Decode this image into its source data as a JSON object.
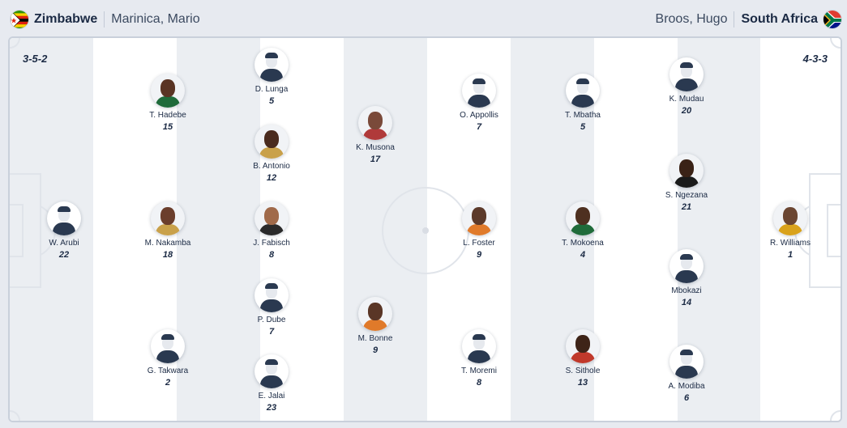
{
  "home": {
    "team": "Zimbabwe",
    "coach": "Marinica, Mario",
    "formation": "3-5-2",
    "flag": "zimbabwe-flag-icon"
  },
  "away": {
    "team": "South Africa",
    "coach": "Broos, Hugo",
    "formation": "4-3-3",
    "flag": "south-africa-flag-icon"
  },
  "players": [
    {
      "name": "W. Arubi",
      "number": "22",
      "photo": false
    },
    {
      "name": "T. Hadebe",
      "number": "15",
      "photo": true,
      "skin": "#5a3424",
      "shirt": "#1f6b3a"
    },
    {
      "name": "M. Nakamba",
      "number": "18",
      "photo": true,
      "skin": "#6b3e2c",
      "shirt": "#c9a14a"
    },
    {
      "name": "G. Takwara",
      "number": "2",
      "photo": false
    },
    {
      "name": "D. Lunga",
      "number": "5",
      "photo": false
    },
    {
      "name": "B. Antonio",
      "number": "12",
      "photo": true,
      "skin": "#4a2b1e",
      "shirt": "#c9a14a"
    },
    {
      "name": "J. Fabisch",
      "number": "8",
      "photo": true,
      "skin": "#a06a4a",
      "shirt": "#2a2a2a"
    },
    {
      "name": "P. Dube",
      "number": "7",
      "photo": false
    },
    {
      "name": "E. Jalai",
      "number": "23",
      "photo": false
    },
    {
      "name": "K. Musona",
      "number": "17",
      "photo": true,
      "skin": "#7a4a3a",
      "shirt": "#b03a3a"
    },
    {
      "name": "M. Bonne",
      "number": "9",
      "photo": true,
      "skin": "#5a3626",
      "shirt": "#e07a2a"
    },
    {
      "name": "O. Appollis",
      "number": "7",
      "photo": false
    },
    {
      "name": "L. Foster",
      "number": "9",
      "photo": true,
      "skin": "#5c3a2a",
      "shirt": "#e07a2a"
    },
    {
      "name": "T. Moremi",
      "number": "8",
      "photo": false
    },
    {
      "name": "T. Mbatha",
      "number": "5",
      "photo": false
    },
    {
      "name": "T. Mokoena",
      "number": "4",
      "photo": true,
      "skin": "#4e3020",
      "shirt": "#1f6b3a"
    },
    {
      "name": "S. Sithole",
      "number": "13",
      "photo": true,
      "skin": "#3e2418",
      "shirt": "#c0392b"
    },
    {
      "name": "K. Mudau",
      "number": "20",
      "photo": false
    },
    {
      "name": "S. Ngezana",
      "number": "21",
      "photo": true,
      "skin": "#3a2216",
      "shirt": "#1a1a1a"
    },
    {
      "name": "Mbokazi",
      "number": "14",
      "photo": false
    },
    {
      "name": "A. Modiba",
      "number": "6",
      "photo": false
    },
    {
      "name": "R. Williams",
      "number": "1",
      "photo": true,
      "skin": "#6b4632",
      "shirt": "#d9a21b"
    }
  ]
}
